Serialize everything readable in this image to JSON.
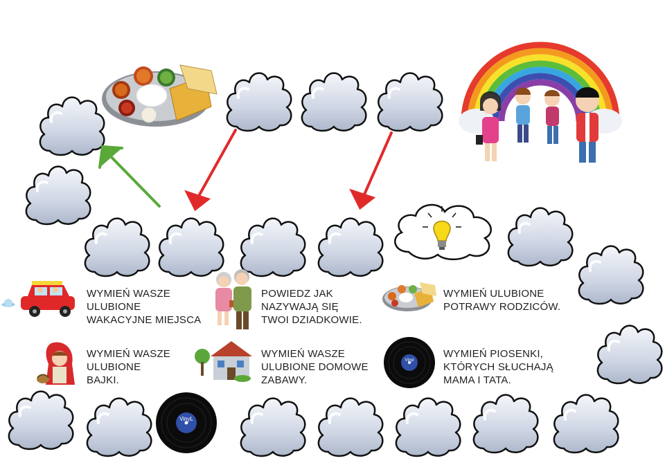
{
  "board": {
    "start_icon": "rainbow-with-family-icon",
    "finish_icon": "food-plate-icon",
    "vinyl_label": "VinyL",
    "vinyl_small_label": "Vinyl"
  },
  "arrows": {
    "green_color": "#5aa83a",
    "red_color": "#e02a2a"
  },
  "tasks": {
    "vacation": [
      "WYMIEŃ WASZE",
      "ULUBIONE",
      "WAKACYJNE MIEJSCA"
    ],
    "grandparents": [
      "POWIEDZ JAK",
      "NAZYWAJĄ SIĘ",
      "TWOI DZIADKOWIE."
    ],
    "food": [
      "WYMIEŃ ULUBIONE",
      "POTRAWY RODZICÓW."
    ],
    "tales": [
      "WYMIEŃ WASZE",
      "ULUBIONE",
      "BAJKI."
    ],
    "games": [
      "WYMIEŃ WASZE",
      "ULUBIONE DOMOWE",
      "ZABAWY."
    ],
    "songs": [
      "WYMIEŃ PIOSENKI,",
      "KTÓRYCH SŁUCHAJĄ",
      "MAMA I TATA."
    ]
  },
  "icons": {
    "vacation": "car-icon",
    "grandparents": "grandparents-icon",
    "food": "food-plate-icon",
    "tales": "red-riding-hood-icon",
    "games": "house-icon",
    "songs": "vinyl-record-icon",
    "bonus": "lightbulb-icon"
  }
}
